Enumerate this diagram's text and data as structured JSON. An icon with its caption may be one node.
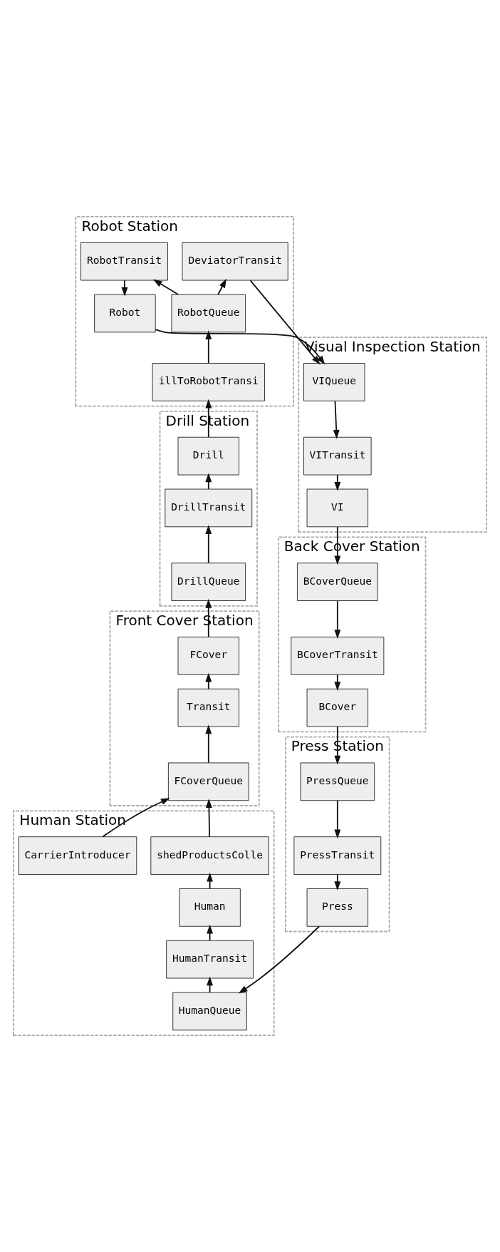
{
  "diagram": {
    "nodes": [
      {
        "text": [
          "Press Station"
        ]
      },
      {
        "text": [
          "Press"
        ],
        "in": 0
      },
      {
        "text": [
          "PressTransit"
        ],
        "in": 0
      },
      {
        "text": [
          "PressQueue"
        ],
        "in": 0
      },
      {
        "text": [
          "Back Cover Station"
        ]
      },
      {
        "text": [
          "BCover"
        ],
        "in": 4
      },
      {
        "text": [
          "BCoverTransit"
        ],
        "in": 4
      },
      {
        "text": [
          "BCoverQueue"
        ],
        "in": 4
      },
      {
        "text": [
          "Visual Inspection Station"
        ]
      },
      {
        "text": [
          "VI"
        ],
        "in": 8
      },
      {
        "text": [
          "VITransit"
        ],
        "in": 8
      },
      {
        "text": [
          "VIQueue"
        ],
        "in": 8
      },
      {
        "text": [
          "Robot Station"
        ]
      },
      {
        "text": [
          "Robot"
        ],
        "in": 12
      },
      {
        "text": [
          "RobotTransit"
        ],
        "in": 12
      },
      {
        "text": [
          "DeviatorTransit"
        ],
        "in": 12
      },
      {
        "text": [
          "RobotQueue"
        ],
        "in": 12
      },
      {
        "text": [
          "illToRobotTransi"
        ],
        "in": 12
      },
      {
        "text": [
          "Drill Station"
        ]
      },
      {
        "text": [
          "Drill"
        ],
        "in": 18
      },
      {
        "text": [
          "DrillTransit"
        ],
        "in": 18
      },
      {
        "text": [
          "DrillQueue"
        ],
        "in": 18
      },
      {
        "text": [
          "Front Cover Station"
        ]
      },
      {
        "text": [
          "FCover"
        ],
        "in": 22
      },
      {
        "text": [
          "Transit"
        ],
        "in": 22
      },
      {
        "text": [
          "FCoverQueue"
        ],
        "in": 22
      },
      {
        "text": [
          "Human Station"
        ]
      },
      {
        "text": [
          "HumanQueue"
        ],
        "in": 26
      },
      {
        "text": [
          "HumanTransit"
        ],
        "in": 26
      },
      {
        "text": [
          "Human"
        ],
        "in": 26
      },
      {
        "text": [
          "shedProductsColle"
        ],
        "in": 26
      },
      {
        "text": [
          "CarrierIntroducer"
        ],
        "in": 26
      }
    ],
    "edges": [
      {
        "from": 3,
        "to": 2,
        "arrow": "to"
      },
      {
        "from": 2,
        "to": 1,
        "arrow": "to"
      },
      {
        "from": 1,
        "to": 27,
        "arrow": "to"
      },
      {
        "from": 27,
        "to": 28,
        "arrow": "to"
      },
      {
        "from": 28,
        "to": 29,
        "arrow": "to"
      },
      {
        "from": 29,
        "to": 30,
        "arrow": "to"
      },
      {
        "from": 30,
        "to": 25,
        "arrow": "to"
      },
      {
        "from": 31,
        "to": 25,
        "arrow": "to"
      },
      {
        "from": 25,
        "to": 24,
        "arrow": "to"
      },
      {
        "from": 24,
        "to": 23,
        "arrow": "to"
      },
      {
        "from": 23,
        "to": 21,
        "arrow": "to"
      },
      {
        "from": 21,
        "to": 20,
        "arrow": "to"
      },
      {
        "from": 20,
        "to": 19,
        "arrow": "to"
      },
      {
        "from": 19,
        "to": 17,
        "arrow": "to"
      },
      {
        "from": 17,
        "to": 16,
        "arrow": "to"
      },
      {
        "from": 16,
        "to": 14,
        "arrow": "to"
      },
      {
        "from": 16,
        "to": 15,
        "arrow": "to"
      },
      {
        "from": 14,
        "to": 13,
        "arrow": "to"
      },
      {
        "from": 13,
        "to": 11,
        "arrow": "to"
      },
      {
        "from": 15,
        "to": 11,
        "arrow": "to"
      },
      {
        "from": 11,
        "to": 10,
        "arrow": "to"
      },
      {
        "from": 10,
        "to": 9,
        "arrow": "to"
      },
      {
        "from": 9,
        "to": 7,
        "arrow": "to"
      },
      {
        "from": 7,
        "to": 6,
        "arrow": "to"
      },
      {
        "from": 6,
        "to": 5,
        "arrow": "to"
      },
      {
        "from": 5,
        "to": 3,
        "arrow": "to"
      }
    ]
  }
}
